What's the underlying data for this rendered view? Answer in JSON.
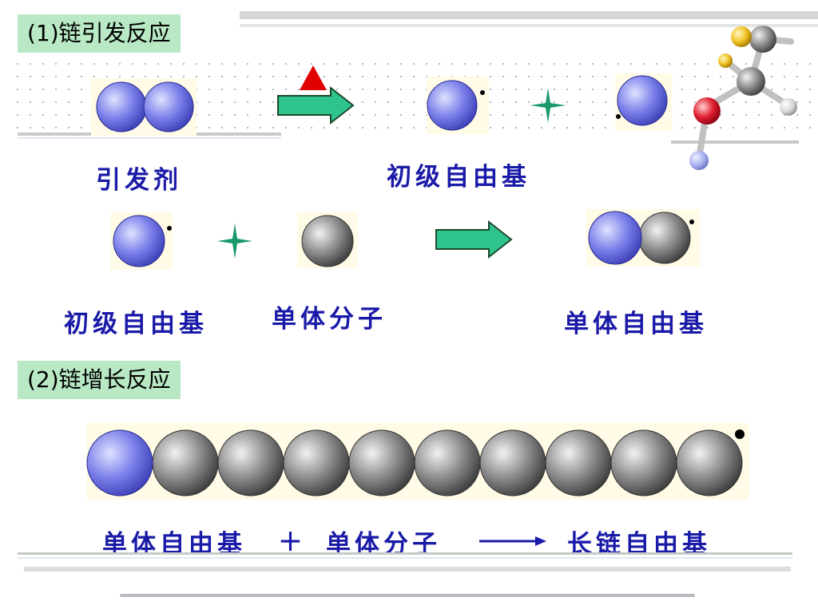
{
  "section1": {
    "number": "(1)",
    "title": "链引发反应"
  },
  "section2": {
    "number": "(2)",
    "title": "链增长反应"
  },
  "labels": {
    "initiator": "引发剂",
    "primary_radical_top": "初级自由基",
    "primary_radical_bottom": "初级自由基",
    "monomer": "单体分子",
    "monomer_radical": "单体自由基"
  },
  "equation": {
    "left": "单体自由基",
    "plus": "＋",
    "middle": "单体分子",
    "right": "长链自由基"
  },
  "heat_symbol": "▲",
  "colors": {
    "section_bg": "#b8e8c4",
    "label_text": "#1a1aa8",
    "arrow": "#2fc38e",
    "heat": "#e00000",
    "blue_atom": "#6b6fe6",
    "grey_atom": "#8a8a8a",
    "plus_star": "#1a9a6a"
  }
}
